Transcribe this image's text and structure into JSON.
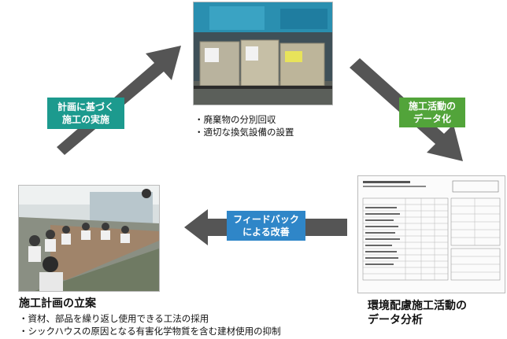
{
  "top": {
    "bullet1": "・廃棄物の分別回収",
    "bullet2": "・適切な換気設備の設置"
  },
  "boxes": {
    "teal_line1": "計画に基づく",
    "teal_line2": "施工の実施",
    "green_line1": "施工活動の",
    "green_line2": "データ化",
    "blue_line1": "フィードバック",
    "blue_line2": "による改善"
  },
  "right": {
    "caption_line1": "環境配慮施工活動の",
    "caption_line2": "データ分析"
  },
  "left": {
    "caption": "施工計画の立案",
    "bullet1": "・資材、部品を繰り返し使用できる工法の採用",
    "bullet2": "・シックハウスの原因となる有害化学物質を含む建材使用の抑制"
  },
  "colors": {
    "arrow": "#555555",
    "teal": "#1c9a8e",
    "green": "#52a43a",
    "blue": "#2f86c8"
  }
}
